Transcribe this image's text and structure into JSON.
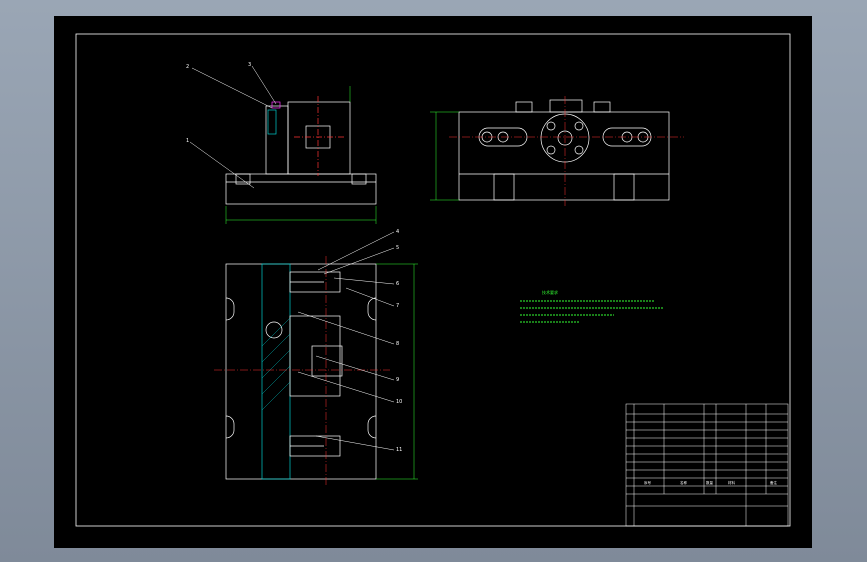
{
  "drawing": {
    "background": "#000000",
    "line_color": "#ffffff",
    "center_line_color": "#ff2020",
    "dimension_color": "#33ff33",
    "hatch_color": "#00cccc",
    "highlight_color": "#ff33ff"
  },
  "front_view": {
    "part_callouts": [
      "1",
      "2",
      "3"
    ]
  },
  "plan_view": {
    "part_callouts": [
      "4",
      "5",
      "6",
      "7",
      "8",
      "9",
      "10",
      "11"
    ]
  },
  "notes_title": "技术要求",
  "title_block": {
    "header_cols": [
      "序号",
      "名称",
      "数量",
      "材料",
      "备注"
    ]
  }
}
